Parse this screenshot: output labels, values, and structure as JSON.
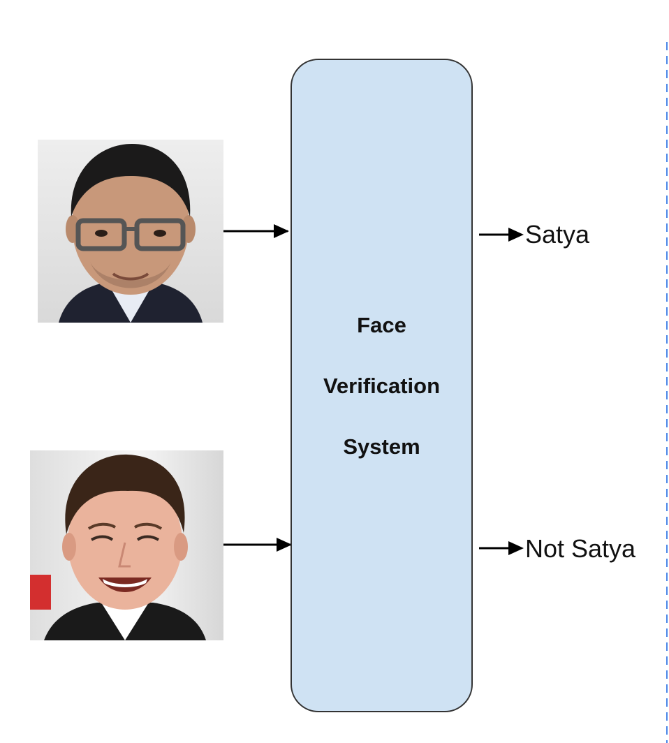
{
  "diagram": {
    "system_box": {
      "lines": [
        "Face",
        "Verification",
        "System"
      ],
      "fill_color": "#cfe2f3",
      "border_color": "#333333"
    },
    "inputs": [
      {
        "subject": "face-photo-man-with-glasses"
      },
      {
        "subject": "face-photo-smiling-man"
      }
    ],
    "outputs": [
      {
        "label": "Satya"
      },
      {
        "label": "Not Satya"
      }
    ],
    "arrow_color": "#000000",
    "dashed_border_color": "#4a86e8"
  }
}
